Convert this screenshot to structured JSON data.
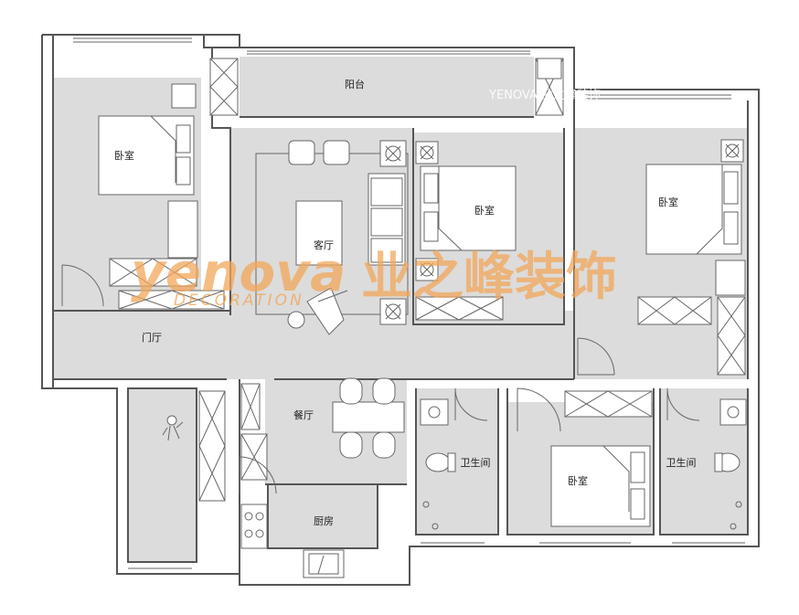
{
  "rooms": {
    "balcony": "阳台",
    "bedroom_nw": "卧室",
    "living": "客厅",
    "bedroom_center": "卧室",
    "bedroom_east": "卧室",
    "foyer": "门厅",
    "dining": "餐厅",
    "bath_center": "卫生间",
    "bedroom_south": "卧室",
    "bath_east": "卫生间",
    "kitchen": "厨房"
  },
  "watermark": {
    "logo_latin": "yenova",
    "logo_cn": "业之峰装饰",
    "subtitle": "DECORATION",
    "top_mark": "YENOVA 业之峰装饰"
  },
  "colors": {
    "floor": "#dcdcdc",
    "wall": "#555555",
    "watermark": "#f2a75a"
  }
}
